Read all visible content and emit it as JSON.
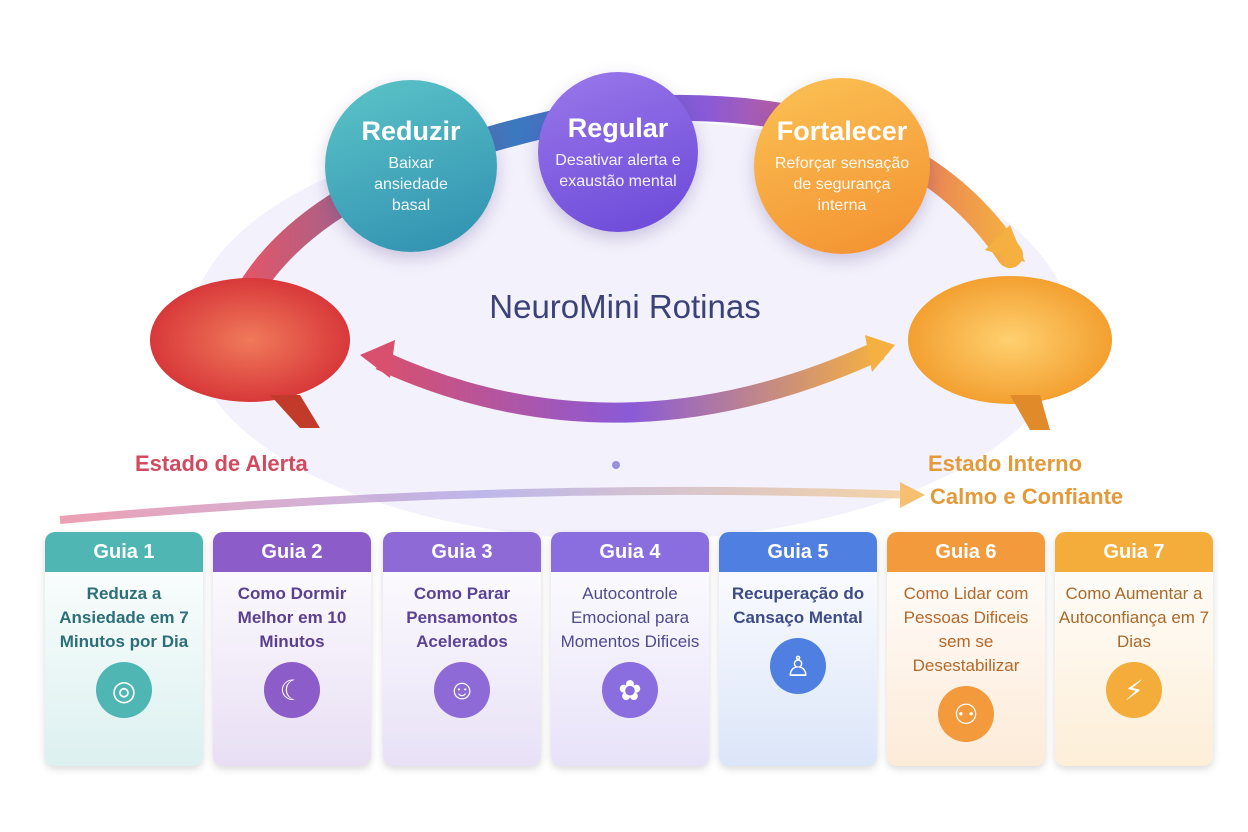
{
  "title": "NeuroMini Rotinas",
  "steps": [
    {
      "title": "Reduzir",
      "subtitle": "Baixar ansiedade basal",
      "color": "#3aa6b4"
    },
    {
      "title": "Regular",
      "subtitle": "Desativar alerta e exaustão mental",
      "color": "#7a55e0"
    },
    {
      "title": "Fortalecer",
      "subtitle": "Reforçar sensação de segurança interna",
      "color": "#f7a43a"
    }
  ],
  "states": {
    "left": "Estado de Alerta",
    "right_line1": "Estado Interno",
    "right_line2": "Calmo e Confiante"
  },
  "guides": [
    {
      "label": "Guia 1",
      "text": "Reduza a Ansiedade em 7 Minutos por Dia",
      "icon": "spiral-icon",
      "color": "#4fb6b3",
      "text_color": "#2d6f78"
    },
    {
      "label": "Guia 2",
      "text": "Como Dormir Melhor em 10 Minutos",
      "icon": "moon-icon",
      "color": "#8c5cc9",
      "text_color": "#5b3f8f"
    },
    {
      "label": "Guia 3",
      "text": "Como Parar Pensamontos Acelerados",
      "icon": "head-icon",
      "color": "#8d6ad6",
      "text_color": "#5b4394"
    },
    {
      "label": "Guia 4",
      "text": "Autocontrole Emocional para Momentos Dificeis",
      "icon": "brain-icon",
      "color": "#8a6ee0",
      "text_color": "#4f4a8c"
    },
    {
      "label": "Guia 5",
      "text": "Recuperação do Cansaço Mental",
      "icon": "meditation-icon",
      "color": "#4f7fe0",
      "text_color": "#3d4c86"
    },
    {
      "label": "Guia 6",
      "text": "Como Lidar com Pessoas Dificeis sem se Desestabilizar",
      "icon": "people-icon",
      "color": "#f39a3d",
      "text_color": "#b5682a"
    },
    {
      "label": "Guia 7",
      "text": "Como Aumentar a Autoconfiança em 7 Dias",
      "icon": "shield-icon",
      "color": "#f4ac3a",
      "text_color": "#a8692a"
    }
  ]
}
